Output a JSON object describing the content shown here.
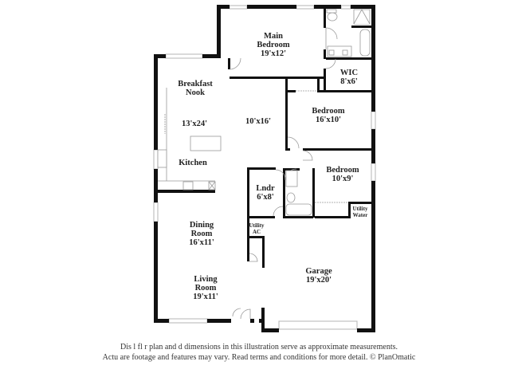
{
  "floorplan": {
    "rooms": [
      {
        "id": "main-bedroom",
        "name_line1": "Main",
        "name_line2": "Bedroom",
        "dims": "19'x12'"
      },
      {
        "id": "wic",
        "name_line1": "WIC",
        "name_line2": "",
        "dims": "8'x6'"
      },
      {
        "id": "breakfast-nook",
        "name_line1": "Breakfast",
        "name_line2": "Nook",
        "dims": ""
      },
      {
        "id": "kitchen-nook-dims",
        "name_line1": "",
        "name_line2": "",
        "dims": "13'x24'"
      },
      {
        "id": "family-area",
        "name_line1": "",
        "name_line2": "",
        "dims": "10'x16'"
      },
      {
        "id": "kitchen",
        "name_line1": "Kitchen",
        "name_line2": "",
        "dims": ""
      },
      {
        "id": "bedroom-2",
        "name_line1": "Bedroom",
        "name_line2": "",
        "dims": "16'x10'"
      },
      {
        "id": "bedroom-3",
        "name_line1": "Bedroom",
        "name_line2": "",
        "dims": "10'x9'"
      },
      {
        "id": "laundry",
        "name_line1": "Lndr",
        "name_line2": "",
        "dims": "6'x8'"
      },
      {
        "id": "utility-water",
        "name_line1": "Utility",
        "name_line2": "Water",
        "dims": ""
      },
      {
        "id": "utility-ac",
        "name_line1": "Utility",
        "name_line2": "AC",
        "dims": ""
      },
      {
        "id": "dining-room",
        "name_line1": "Dining",
        "name_line2": "Room",
        "dims": "16'x11'"
      },
      {
        "id": "living-room",
        "name_line1": "Living",
        "name_line2": "Room",
        "dims": "19'x11'"
      },
      {
        "id": "garage",
        "name_line1": "Garage",
        "name_line2": "",
        "dims": "19'x20'"
      }
    ],
    "colors": {
      "wall": "#111111",
      "window": "#bdbdbd",
      "fixture": "#9a9a9a",
      "background": "#ffffff"
    }
  },
  "disclaimer": {
    "line1": "Dis    l  fl  r plan and d dimensions in this illustration serve as approximate measurements.",
    "line2": "Actu   are footage and features may vary. Read terms and conditions for more detail. © PlanOmatic"
  }
}
